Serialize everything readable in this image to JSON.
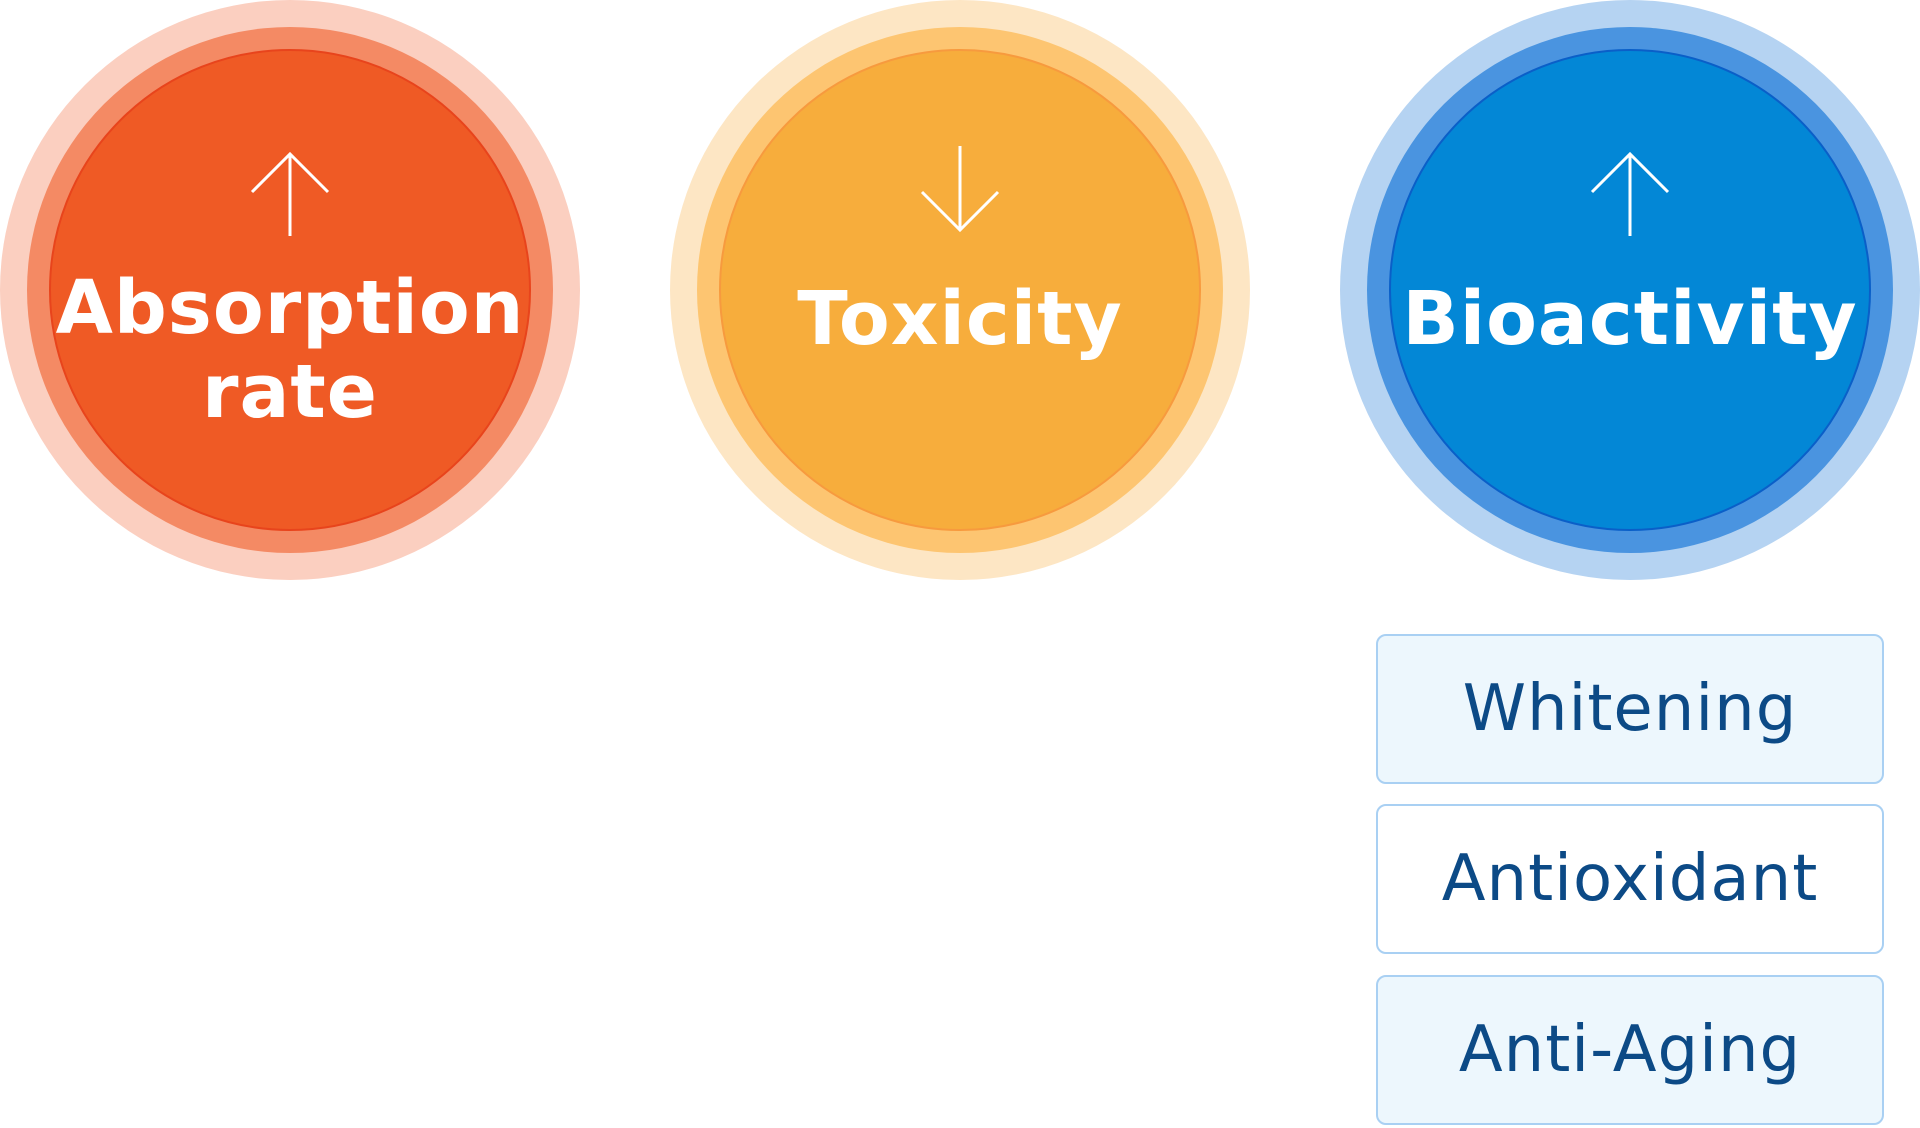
{
  "circles": [
    {
      "label": "Absorption rate",
      "label_line1": "Absorption",
      "label_line2": "rate",
      "direction": "up",
      "arrow_icon": "arrow-up-icon",
      "colors": {
        "outer": "#fbcfc0",
        "mid": "#f48a64",
        "inner": "#ef5a25",
        "inner_border": "#e8441c"
      }
    },
    {
      "label": "Toxicity",
      "direction": "down",
      "arrow_icon": "arrow-down-icon",
      "colors": {
        "outer": "#fde6c4",
        "mid": "#fdc571",
        "inner": "#f7ad3c",
        "inner_border": "#f79a3e"
      }
    },
    {
      "label": "Bioactivity",
      "direction": "up",
      "arrow_icon": "arrow-up-icon",
      "colors": {
        "outer": "#b5d3f2",
        "mid": "#4a94e0",
        "inner": "#0387d6",
        "inner_border": "#0a5fc8"
      }
    }
  ],
  "bioactivity_effects": [
    {
      "label": "Whitening"
    },
    {
      "label": "Antioxidant"
    },
    {
      "label": "Anti-Aging"
    }
  ],
  "tag_style": {
    "background": "#edf7fd",
    "border": "#a9d0f3",
    "text": "#0c4a86"
  }
}
